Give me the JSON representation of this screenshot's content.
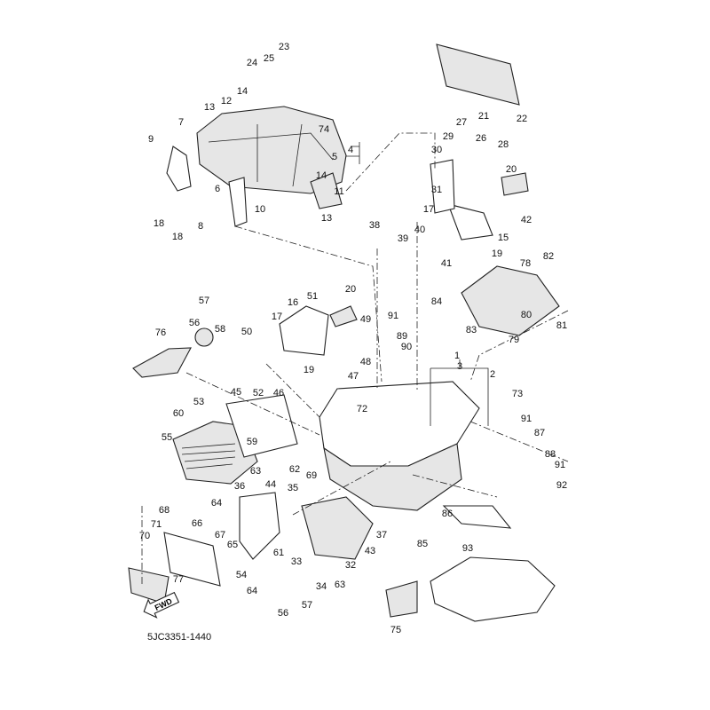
{
  "diagram_code": "5JC3351-1440",
  "fwd_label": "FWD",
  "callouts": [
    "23",
    "25",
    "24",
    "14",
    "12",
    "13",
    "74",
    "7",
    "9",
    "4",
    "5",
    "14",
    "11",
    "6",
    "10",
    "13",
    "8",
    "18",
    "18",
    "21",
    "22",
    "27",
    "29",
    "26",
    "28",
    "30",
    "20",
    "31",
    "17",
    "42",
    "38",
    "39",
    "40",
    "15",
    "19",
    "41",
    "82",
    "78",
    "84",
    "80",
    "81",
    "83",
    "79",
    "57",
    "56",
    "58",
    "76",
    "51",
    "20",
    "16",
    "17",
    "50",
    "49",
    "91",
    "89",
    "90",
    "19",
    "47",
    "48",
    "1",
    "3",
    "2",
    "73",
    "72",
    "45",
    "52",
    "46",
    "53",
    "60",
    "59",
    "55",
    "62",
    "69",
    "63",
    "64",
    "36",
    "44",
    "35",
    "91",
    "87",
    "88",
    "91",
    "92",
    "68",
    "71",
    "66",
    "67",
    "65",
    "61",
    "70",
    "86",
    "85",
    "37",
    "43",
    "33",
    "32",
    "54",
    "64",
    "34",
    "63",
    "77",
    "56",
    "57",
    "93",
    "75"
  ]
}
